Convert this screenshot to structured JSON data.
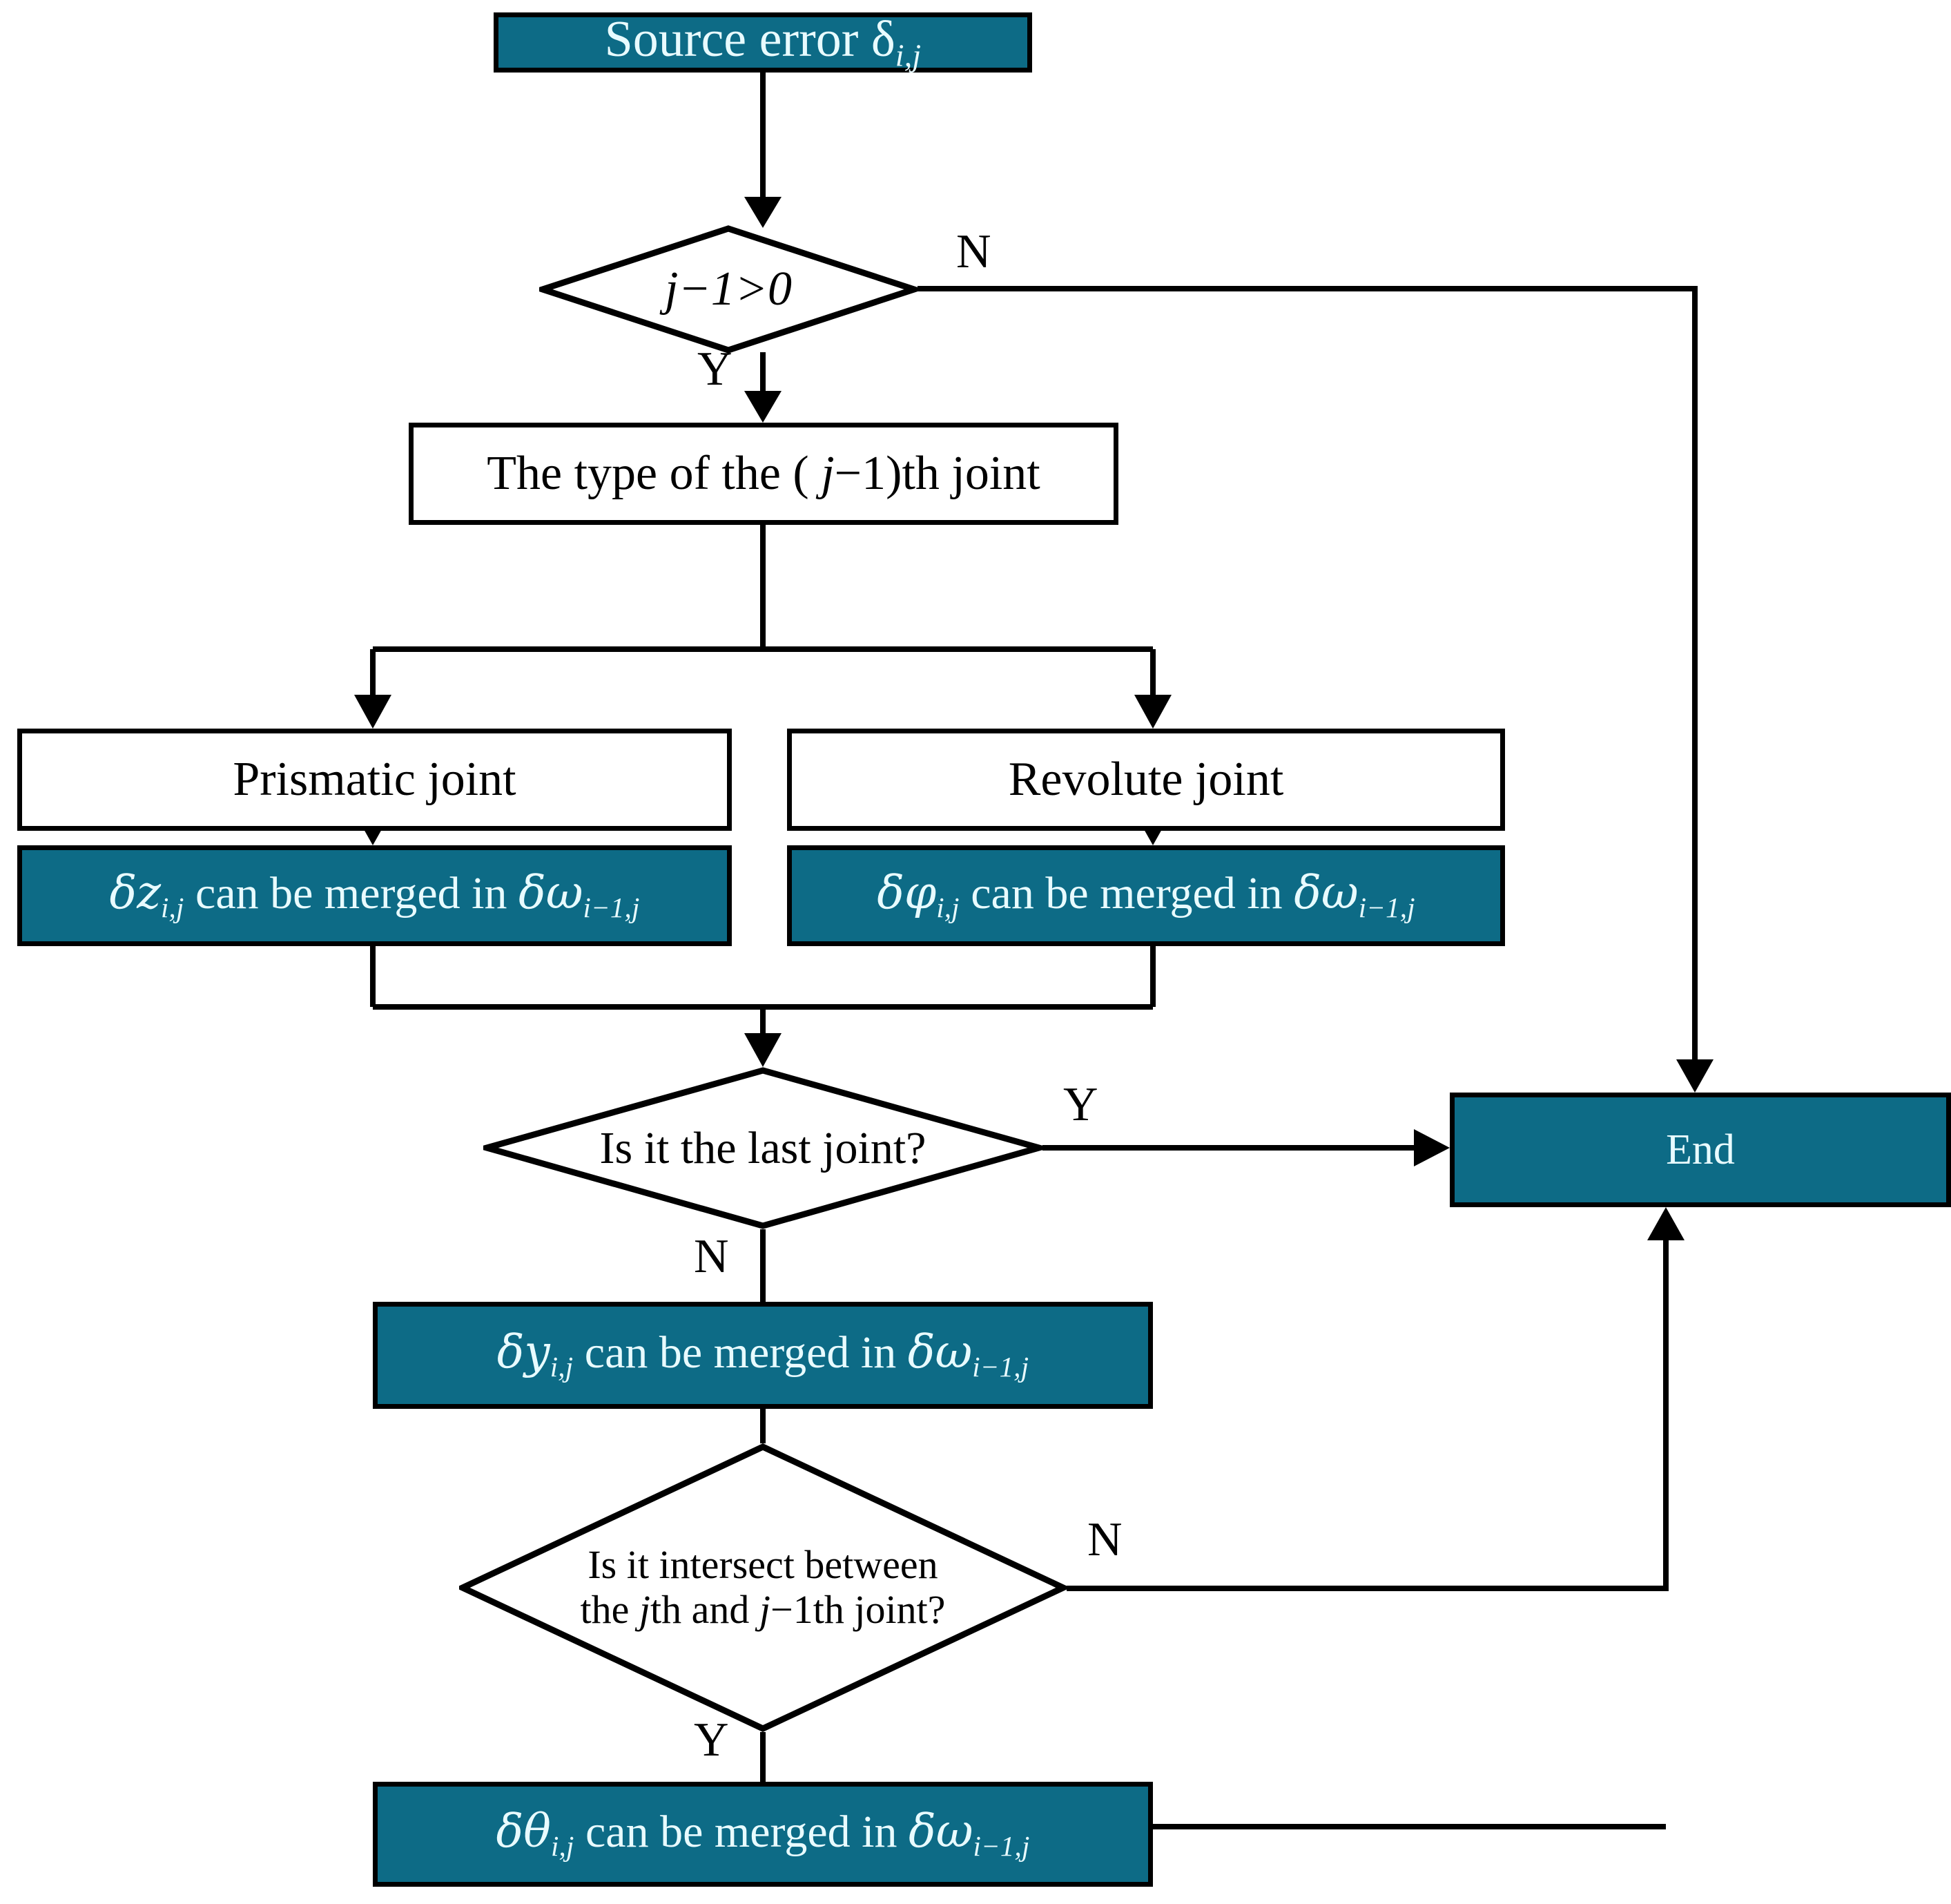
{
  "diagram": {
    "title": "Source error merging decision flowchart",
    "colors": {
      "node_fill_primary": "#0d6b86",
      "node_fill_secondary": "#ffffff",
      "node_text_primary": "#e8fbff",
      "node_text_secondary": "#000000",
      "stroke": "#000000",
      "background": "#ffffff"
    }
  },
  "nodes": {
    "source_error": {
      "text": "Source error δ",
      "sub": "i,j"
    },
    "decision_jminus1": {
      "text": "j−1>0"
    },
    "joint_type": {
      "pre": "The type of the ( ",
      "var": "j",
      "post": "−1)th joint"
    },
    "prismatic_joint": {
      "text": "Prismatic joint"
    },
    "revolute_joint": {
      "text": "Revolute joint"
    },
    "merge_dz": {
      "sym": "δz",
      "sub1": "i,j",
      "mid": " can be merged in  ",
      "sym2": "δω",
      "sub2": "i−1,j"
    },
    "merge_dphi": {
      "sym": "δφ",
      "sub1": "i,j",
      "mid": " can be merged in  ",
      "sym2": "δω",
      "sub2": "i−1,j"
    },
    "decision_last_joint": {
      "text": "Is it the last joint?"
    },
    "end": {
      "text": "End"
    },
    "merge_dy": {
      "sym": "δy",
      "sub1": "i,j",
      "mid": " can be merged in  ",
      "sym2": "δω",
      "sub2": "i−1,j"
    },
    "decision_intersect": {
      "line1": "Is it intersect between",
      "line2_pre": "the ",
      "line2_j1": "j",
      "line2_mid": "th and ",
      "line2_j2": "j",
      "line2_post": "−1th joint?"
    },
    "merge_dtheta": {
      "sym": "δθ",
      "sub1": "i,j",
      "mid": " can be merged in  ",
      "sym2": "δω",
      "sub2": "i−1,j"
    }
  },
  "edge_labels": {
    "jminus1_no": "N",
    "jminus1_yes": "Y",
    "last_joint_yes": "Y",
    "last_joint_no": "N",
    "intersect_no": "N",
    "intersect_yes": "Y"
  }
}
